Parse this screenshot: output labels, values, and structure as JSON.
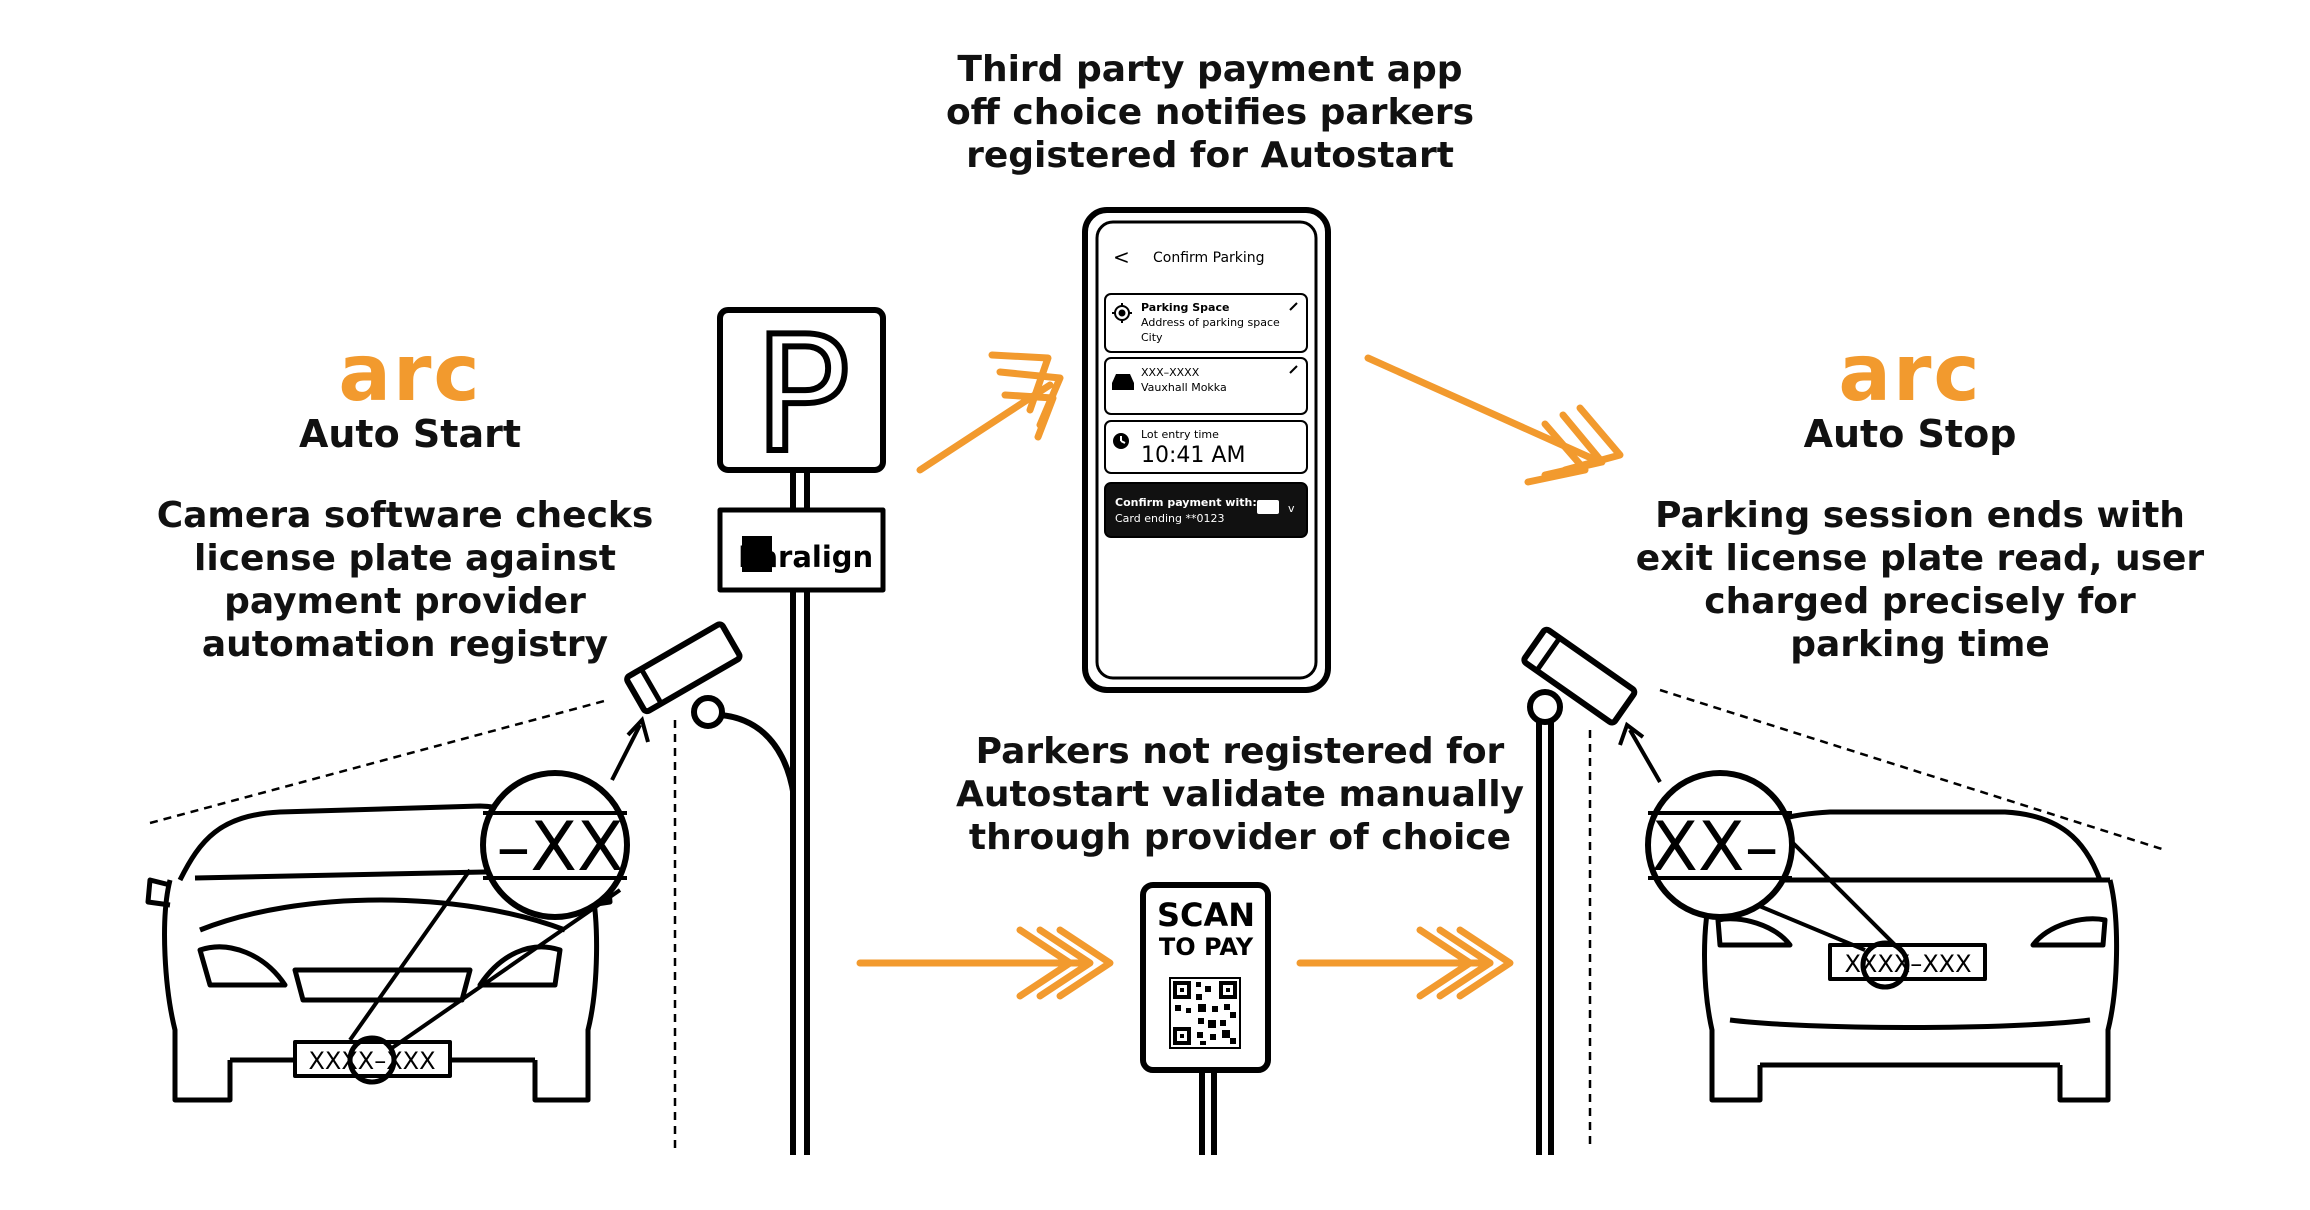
{
  "brand_color": "#f29a2e",
  "left": {
    "logo": "arc",
    "title": "Auto Start",
    "description": [
      "Camera software checks",
      "license plate against",
      "payment provider",
      "automation registry"
    ],
    "plate_text": "XXXX–XXX",
    "zoom_text": "–XX"
  },
  "right": {
    "logo": "arc",
    "title": "Auto Stop",
    "description": [
      "Parking session ends with",
      "exit license plate read, user",
      "charged precisely for",
      "parking time"
    ],
    "plate_text": "XXXX–XXX",
    "zoom_text": "XX–"
  },
  "top_caption": [
    "Third party payment app",
    "off choice notifies parkers",
    "registered for Autostart"
  ],
  "middle_caption": [
    "Parkers not registered for",
    "Autostart validate manually",
    "through provider of choice"
  ],
  "parking_sign": {
    "letter": "P",
    "brand": "Paralign"
  },
  "scan_sign": {
    "line1": "SCAN",
    "line2": "TO PAY"
  },
  "phone": {
    "back": "<",
    "header": "Confirm Parking",
    "space_title": "Parking Space",
    "space_address": "Address of parking space",
    "space_city": "City",
    "vehicle_plate": "XXX–XXXX",
    "vehicle_model": "Vauxhall Mokka",
    "entry_label": "Lot entry time",
    "entry_time": "10:41 AM",
    "confirm_label": "Confirm payment with:",
    "card_label": "Card ending **0123",
    "chevron": "v"
  },
  "icons": [
    "location-target-icon",
    "pencil-icon",
    "car-icon",
    "clock-icon",
    "credit-card-icon",
    "camera-icon",
    "qr-code-icon",
    "chevron-arrow-icon"
  ]
}
